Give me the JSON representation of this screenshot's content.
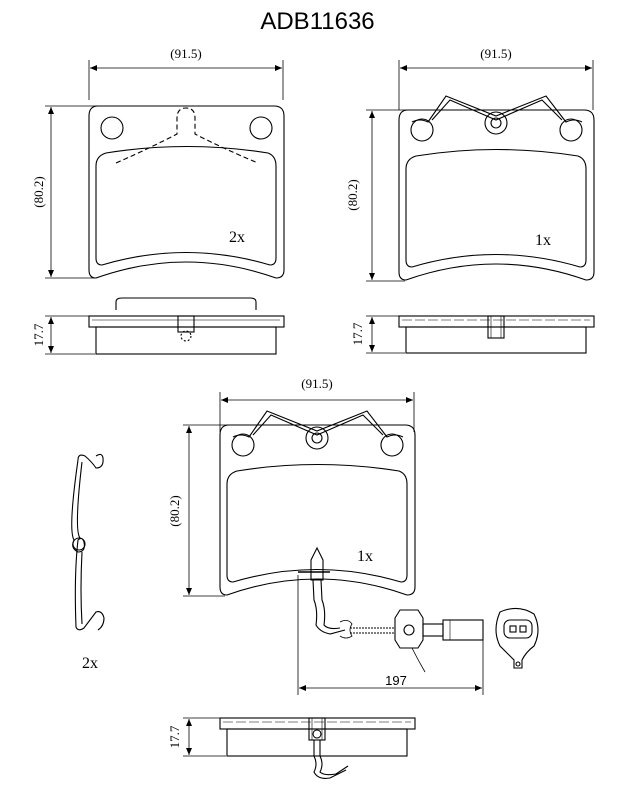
{
  "title": "ADB11636",
  "pad_top_left": {
    "width": "(91.5)",
    "height": "(80.2)",
    "thickness": "17.7",
    "quantity": "2x"
  },
  "pad_top_right": {
    "width": "(91.5)",
    "height": "(80.2)",
    "thickness": "17.7",
    "quantity": "1x"
  },
  "pad_center": {
    "width": "(91.5)",
    "height": "(80.2)",
    "thickness": "17.7",
    "quantity": "1x",
    "wire_length": "197"
  },
  "spring_clip": {
    "quantity": "2x"
  }
}
